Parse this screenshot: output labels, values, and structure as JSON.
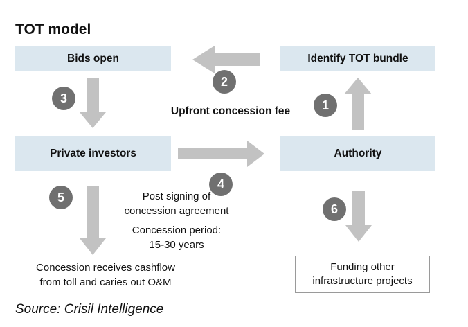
{
  "title": "TOT model",
  "source": "Source: Crisil Intelligence",
  "boxes": {
    "bids_open": "Bids open",
    "identify_tot_bundle": "Identify TOT bundle",
    "private_investors": "Private investors",
    "authority": "Authority",
    "funding_line1": "Funding other",
    "funding_line2": "infrastructure projects"
  },
  "steps": [
    "1",
    "2",
    "3",
    "4",
    "5",
    "6"
  ],
  "labels": {
    "upfront_fee": "Upfront concession fee",
    "post_signing_line1": "Post signing of",
    "post_signing_line2": "concession agreement",
    "concession_period_line1": "Concession period:",
    "concession_period_line2": "15-30 years",
    "cashflow_line1": "Concession receives cashflow",
    "cashflow_line2": "from toll and caries out O&M"
  },
  "colors": {
    "box_fill": "#dbe7ef",
    "arrow": "#c2c2c2",
    "badge": "#707070"
  }
}
